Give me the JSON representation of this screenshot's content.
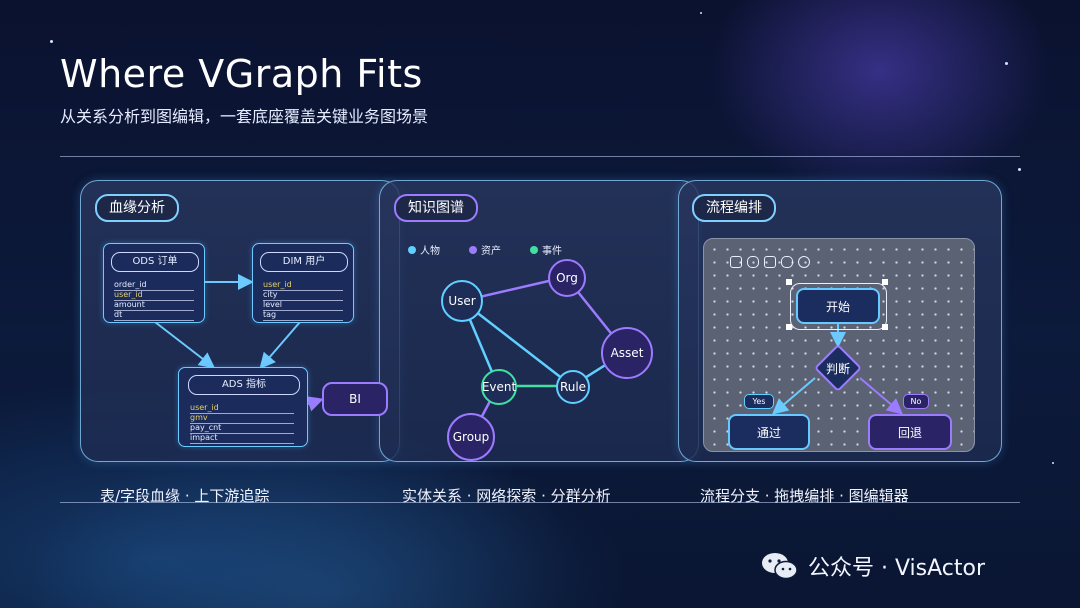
{
  "header": {
    "title": "Where VGraph Fits",
    "subtitle": "从关系分析到图编辑，一套底座覆盖关键业务图场景"
  },
  "panels": [
    {
      "chip": "血缘分析",
      "tables": [
        {
          "name": "ODS 订单",
          "fields": [
            "order_id",
            "user_id",
            "amount",
            "dt"
          ]
        },
        {
          "name": "DIM 用户",
          "fields": [
            "user_id",
            "city",
            "level",
            "tag"
          ]
        },
        {
          "name": "ADS 指标",
          "fields": [
            "user_id",
            "gmv",
            "pay_cnt",
            "impact"
          ]
        }
      ],
      "target": "BI",
      "caption": "表/字段血缘 · 上下游追踪"
    },
    {
      "chip": "知识图谱",
      "legend": [
        "人物",
        "资产",
        "事件"
      ],
      "nodes": [
        "User",
        "Org",
        "Asset",
        "Event",
        "Rule",
        "Group"
      ],
      "caption": "实体关系 · 网络探索 · 分群分析"
    },
    {
      "chip": "流程编排",
      "flow": {
        "start": "开始",
        "decision": "判断",
        "yes": "Yes",
        "no": "No",
        "pass": "通过",
        "back": "回退"
      },
      "caption": "流程分支 · 拖拽编排 · 图编辑器"
    }
  ],
  "colors": {
    "accent_blue": "#6ccaff",
    "accent_purple": "#9c7bff",
    "accent_green": "#3fe0a0"
  },
  "watermark": {
    "text": "公众号 · VisActor"
  }
}
